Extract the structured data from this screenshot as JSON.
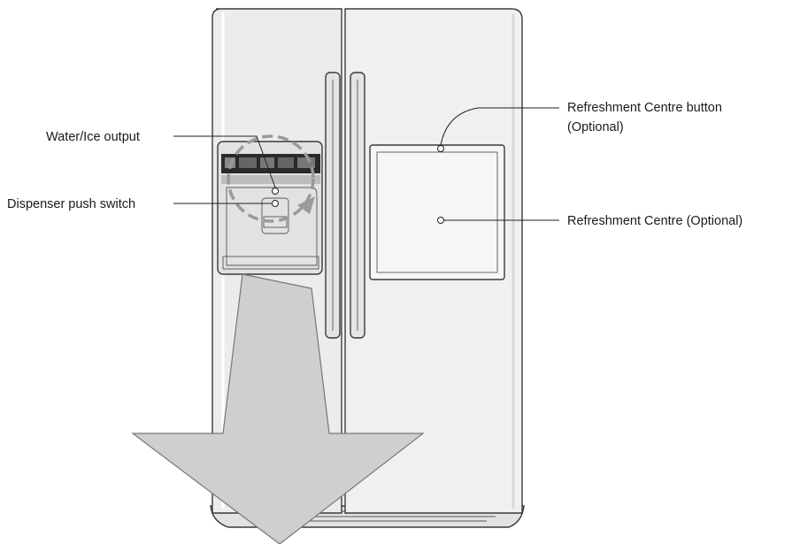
{
  "labels": {
    "water_ice_output": "Water/Ice output",
    "dispenser_push_switch": "Dispenser push switch",
    "refreshment_centre_button_line1": "Refreshment Centre button",
    "refreshment_centre_button_line2": "(Optional)",
    "refreshment_centre": "Refreshment Centre (Optional)"
  },
  "colors": {
    "fridge_body": "#ececec",
    "fridge_panel": "#f4f4f4",
    "arrow_fill": "#cfcfcf",
    "outline": "#3a3a3a",
    "highlight_circle": "#9a9a9a",
    "display_panel": "#2a2a2a"
  },
  "icons": {
    "direction_arrow": "down-arrow-icon",
    "callout_point": "circle-marker-icon"
  }
}
